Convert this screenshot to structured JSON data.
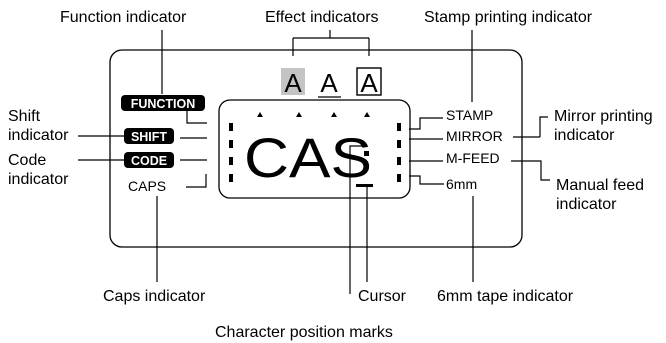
{
  "callouts": {
    "function_indicator": "Function indicator",
    "effect_indicators": "Effect indicators",
    "stamp_printing_indicator": "Stamp printing indicator",
    "shift_indicator": "Shift\nindicator",
    "code_indicator": "Code\nindicator",
    "mirror_printing_indicator": "Mirror printing\nindicator",
    "manual_feed_indicator": "Manual feed\nindicator",
    "caps_indicator": "Caps indicator",
    "cursor": "Cursor",
    "tape_indicator": "6mm tape indicator",
    "character_position_marks": "Character position marks"
  },
  "display": {
    "badges": {
      "function": "FUNCTION",
      "shift": "SHIFT",
      "code": "CODE"
    },
    "caps": "CAPS",
    "main_text": "CAS",
    "effects": [
      "A",
      "A",
      "A"
    ],
    "right_labels": {
      "stamp": "STAMP",
      "mirror": "MIRROR",
      "mfeed": "M-FEED",
      "tape": "6mm"
    }
  }
}
